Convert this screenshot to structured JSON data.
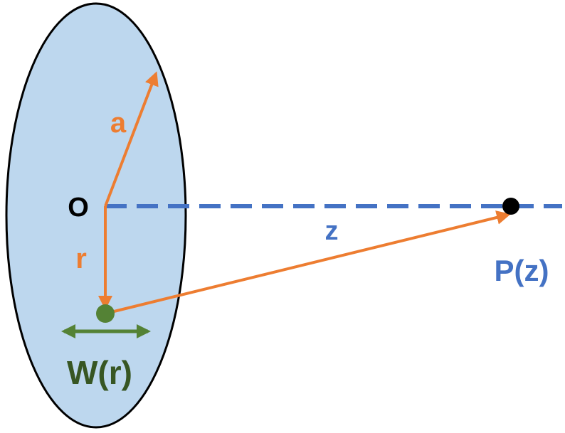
{
  "colors": {
    "disk_fill": "#bdd7ee",
    "disk_stroke": "#000000",
    "arrow": "#ed7d31",
    "axis": "#4472c4",
    "point_p": "#000000",
    "point_w": "#548235",
    "w_label": "#375623",
    "origin_label": "#000000"
  },
  "labels": {
    "a": "a",
    "origin": "O",
    "r": "r",
    "z": "z",
    "p": "P(z)",
    "w": "W(r)"
  }
}
